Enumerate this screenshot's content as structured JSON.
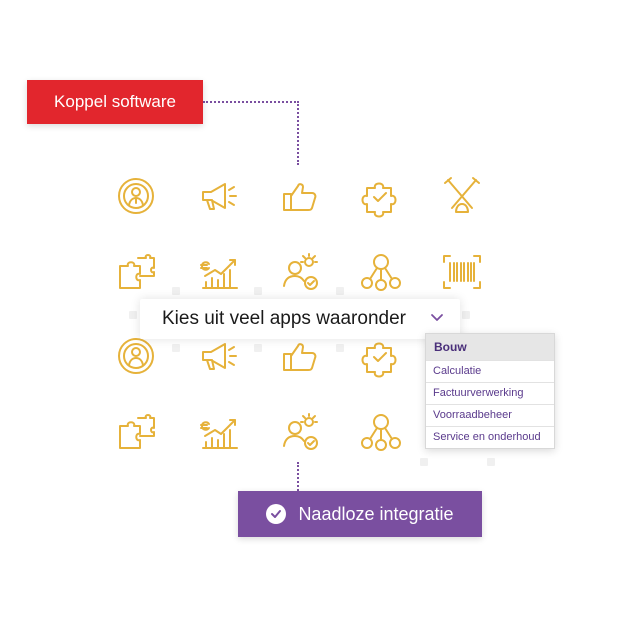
{
  "labels": {
    "connect": "Koppel software",
    "integration": "Naadloze integratie"
  },
  "selector": {
    "value": "Kies uit veel apps waaronder",
    "chevron_icon": "chevron-down-icon"
  },
  "dropdown": {
    "header": "Bouw",
    "options": [
      "Calculatie",
      "Factuurverwerking",
      "Voorraadbeheer",
      "Service en onderhoud"
    ]
  },
  "colors": {
    "red": "#e2262d",
    "purple": "#7a4fa0",
    "icon_gold": "#e6b23a"
  },
  "icons": {
    "row1": [
      "person-badge-icon",
      "megaphone-icon",
      "thumbs-up-icon",
      "puzzle-check-icon",
      "crossed-tools-icon"
    ],
    "row2": [
      "puzzle-pieces-icon",
      "euro-growth-chart-icon",
      "person-idea-check-icon",
      "network-nodes-icon",
      "barcode-scan-icon"
    ],
    "row3": [
      "person-badge-icon",
      "megaphone-icon",
      "thumbs-up-icon",
      "puzzle-check-icon"
    ],
    "row4": [
      "puzzle-pieces-icon",
      "euro-growth-chart-icon",
      "person-idea-check-icon",
      "network-nodes-icon"
    ]
  }
}
